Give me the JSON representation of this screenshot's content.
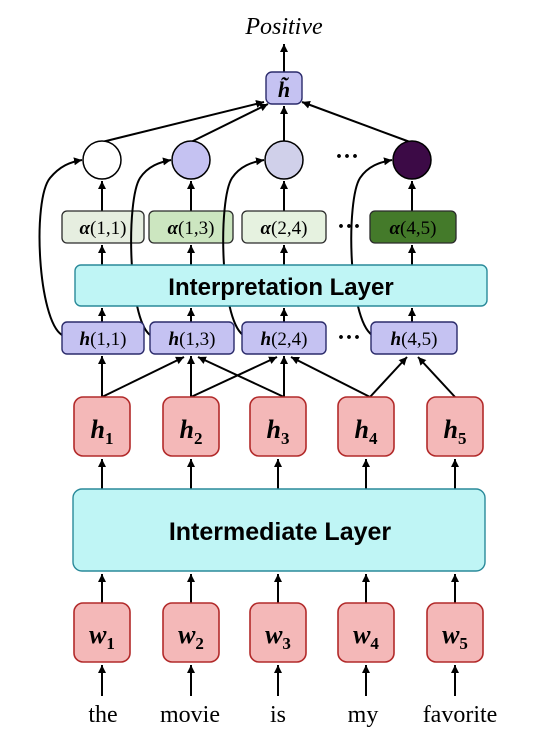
{
  "output_label": "Positive",
  "h_tilde": "h̃",
  "interpretation_layer": "Interpretation Layer",
  "intermediate_layer": "Intermediate Layer",
  "ellipsis": "···",
  "words": [
    "the",
    "movie",
    "is",
    "my",
    "favorite"
  ],
  "token_subscripts": [
    "1",
    "2",
    "3",
    "4",
    "5"
  ],
  "span_labels": {
    "h11": "(1,1)",
    "h13": "(1,3)",
    "h24": "(2,4)",
    "h45": "(4,5)",
    "a11": "(1,1)",
    "a13": "(1,3)",
    "a24": "(2,4)",
    "a45": "(4,5)"
  },
  "colors": {
    "token_box_fill": "#f4b8b8",
    "token_box_stroke": "#b22a2a",
    "layer_fill": "#bff5f5",
    "span_box_fill": "#c5c2f2",
    "alpha_11": "#e6eee0",
    "alpha_13": "#cce6c0",
    "alpha_24": "#e6f2e0",
    "alpha_45": "#447a2a",
    "circle_1": "#ffffff",
    "circle_2": "#c5c2f2",
    "circle_3": "#d0d0ea",
    "circle_4": "#3c0a46"
  }
}
